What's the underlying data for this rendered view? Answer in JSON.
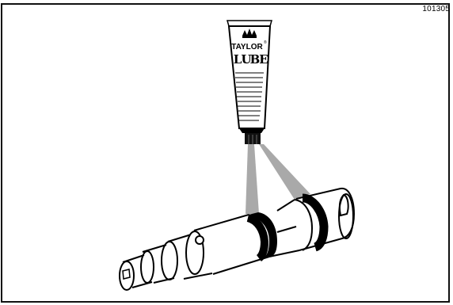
{
  "figure": {
    "number": "101305"
  },
  "tube": {
    "brand": "TAYLOR",
    "trademark": "®",
    "product_letters": [
      "L",
      "U",
      "B",
      "E"
    ]
  }
}
